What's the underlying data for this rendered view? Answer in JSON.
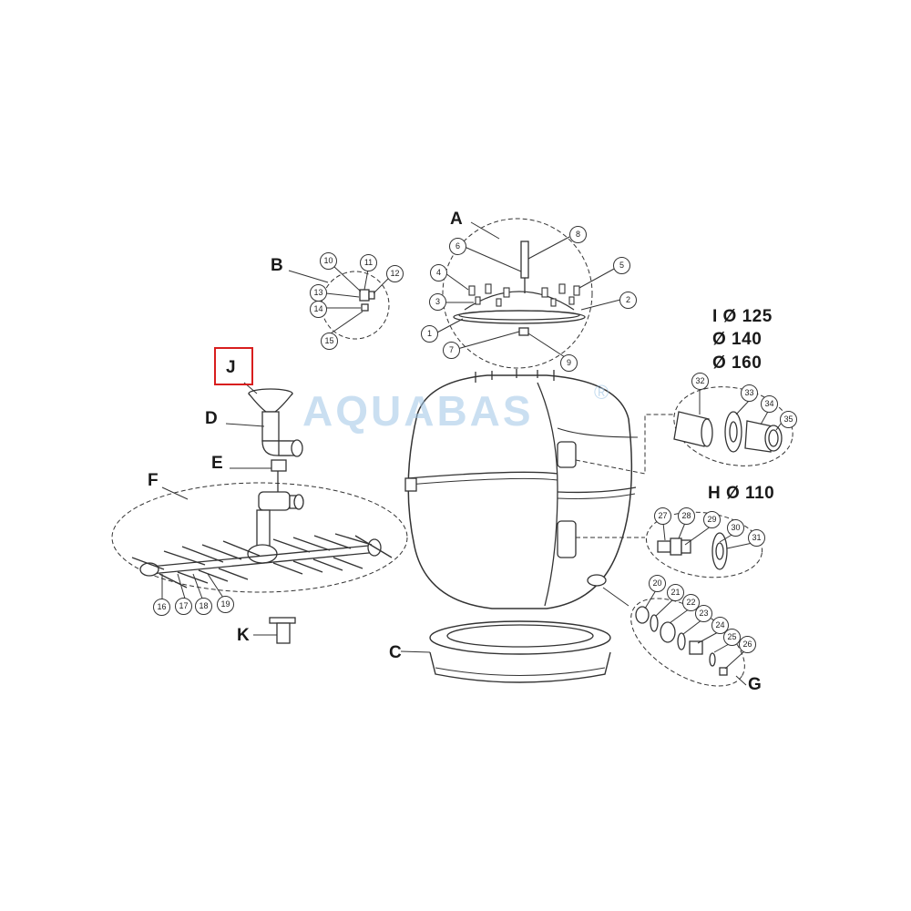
{
  "watermark": {
    "text": "AQUABAS",
    "mark": "®",
    "color": "#9fc6e6"
  },
  "highlight_color": "#d81e1e",
  "assemblies": {
    "A": "A",
    "B": "B",
    "C": "C",
    "D": "D",
    "E": "E",
    "F": "F",
    "G": "G",
    "H": "H",
    "I": "I",
    "J": "J",
    "K": "K"
  },
  "dimensions": {
    "i_line1": "I Ø 125",
    "i_line2": "Ø 140",
    "i_line3": "Ø 160",
    "h_line1": "H Ø 110"
  },
  "part_numbers": {
    "p1": "1",
    "p2": "2",
    "p3": "3",
    "p4": "4",
    "p5": "5",
    "p6": "6",
    "p7": "7",
    "p8": "8",
    "p9": "9",
    "p10": "10",
    "p11": "11",
    "p12": "12",
    "p13": "13",
    "p14": "14",
    "p15": "15",
    "p16": "16",
    "p17": "17",
    "p18": "18",
    "p19": "19",
    "p20": "20",
    "p21": "21",
    "p22": "22",
    "p23": "23",
    "p24": "24",
    "p25": "25",
    "p26": "26",
    "p27": "27",
    "p28": "28",
    "p29": "29",
    "p30": "30",
    "p31": "31",
    "p32": "32",
    "p33": "33",
    "p34": "34",
    "p35": "35"
  }
}
